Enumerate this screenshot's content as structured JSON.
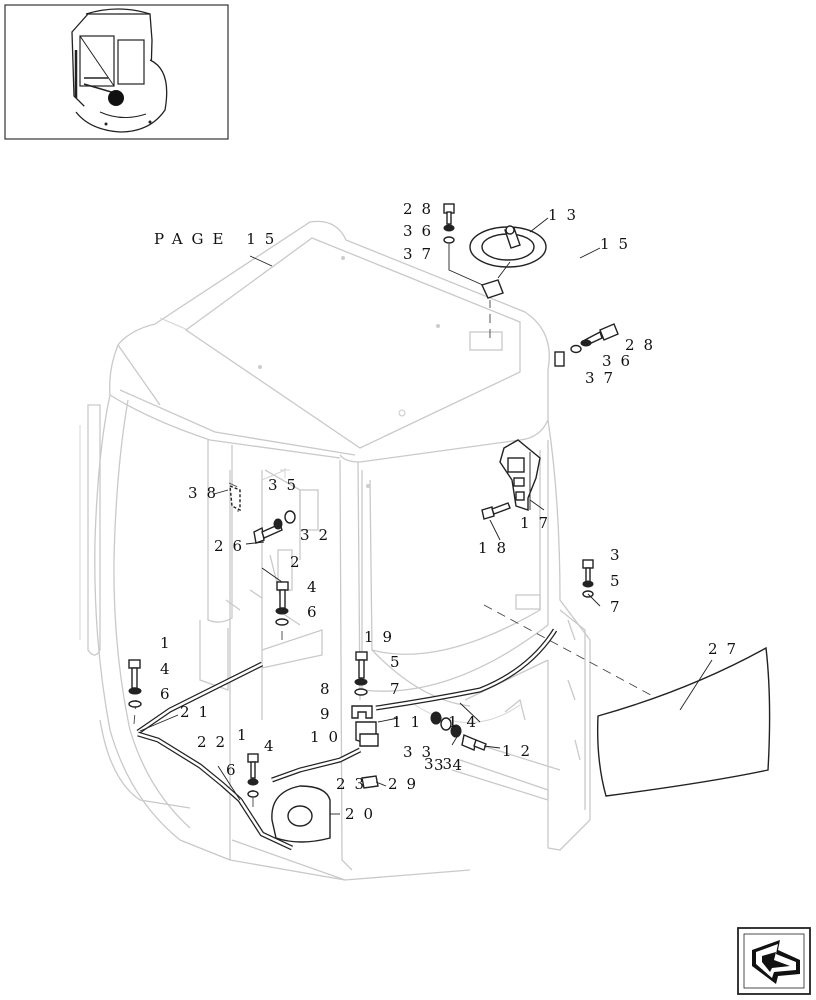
{
  "page_reference": "PAGE 15",
  "callouts": [
    {
      "id": "c28a",
      "text": "28"
    },
    {
      "id": "c36a",
      "text": "36"
    },
    {
      "id": "c37a",
      "text": "37"
    },
    {
      "id": "c13",
      "text": "13"
    },
    {
      "id": "c15",
      "text": "15"
    },
    {
      "id": "c28b",
      "text": "28"
    },
    {
      "id": "c36b",
      "text": "36"
    },
    {
      "id": "c37b",
      "text": "37"
    },
    {
      "id": "c38",
      "text": "38"
    },
    {
      "id": "c35",
      "text": "35"
    },
    {
      "id": "c26",
      "text": "26"
    },
    {
      "id": "c32",
      "text": "32"
    },
    {
      "id": "c17",
      "text": "17"
    },
    {
      "id": "c18",
      "text": "18"
    },
    {
      "id": "c2a",
      "text": "2"
    },
    {
      "id": "c4a",
      "text": "4"
    },
    {
      "id": "c6a",
      "text": "6"
    },
    {
      "id": "c3",
      "text": "3"
    },
    {
      "id": "c5a",
      "text": "5"
    },
    {
      "id": "c7a",
      "text": "7"
    },
    {
      "id": "c27",
      "text": "27"
    },
    {
      "id": "c1a",
      "text": "1"
    },
    {
      "id": "c4b",
      "text": "4"
    },
    {
      "id": "c6b",
      "text": "6"
    },
    {
      "id": "c19",
      "text": "19"
    },
    {
      "id": "c5b",
      "text": "5"
    },
    {
      "id": "c8",
      "text": "8"
    },
    {
      "id": "c7b",
      "text": "7"
    },
    {
      "id": "c9",
      "text": "9"
    },
    {
      "id": "c21",
      "text": "21"
    },
    {
      "id": "c11",
      "text": "11"
    },
    {
      "id": "c14",
      "text": "14"
    },
    {
      "id": "c10",
      "text": "10"
    },
    {
      "id": "c33a",
      "text": "33"
    },
    {
      "id": "c33b",
      "text": "33"
    },
    {
      "id": "c34",
      "text": "34"
    },
    {
      "id": "c12",
      "text": "12"
    },
    {
      "id": "c22",
      "text": "22"
    },
    {
      "id": "c1b",
      "text": "1"
    },
    {
      "id": "c4c",
      "text": "4"
    },
    {
      "id": "c6c",
      "text": "6"
    },
    {
      "id": "c23",
      "text": "23"
    },
    {
      "id": "c29",
      "text": "29"
    },
    {
      "id": "c20",
      "text": "20"
    }
  ]
}
